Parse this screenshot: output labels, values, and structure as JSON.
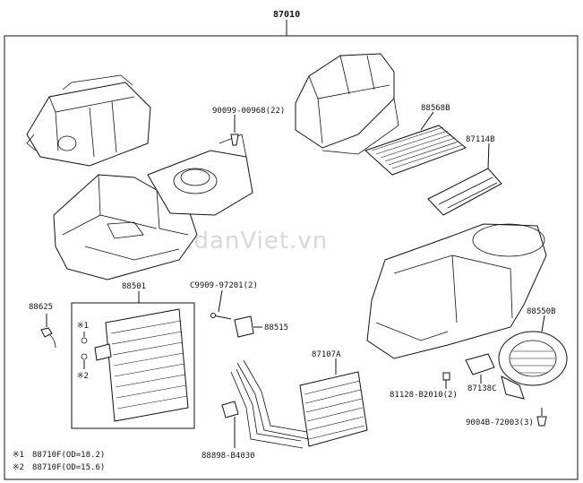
{
  "diagram": {
    "main_assembly": "87010",
    "watermark": "SedanViet.vn",
    "parts": {
      "p_90099": "90099-00968(22)",
      "p_88568B": "88568B",
      "p_87114B": "87114B",
      "p_88625": "88625",
      "p_88501": "88501",
      "p_C9909": "C9909-97201(2)",
      "p_88515": "88515",
      "p_88550B": "88550B",
      "p_87107A": "87107A",
      "p_81128": "81128-B2010(2)",
      "p_87138C": "87138C",
      "p_9004B": "9004B-72003(3)",
      "p_88898": "88898-B4030"
    },
    "markers": {
      "m1": "※1",
      "m2": "※2"
    },
    "notes": [
      {
        "marker": "※1",
        "text": "88710F(OD=18.2)"
      },
      {
        "marker": "※2",
        "text": "88710F(OD=15.6)"
      }
    ]
  }
}
